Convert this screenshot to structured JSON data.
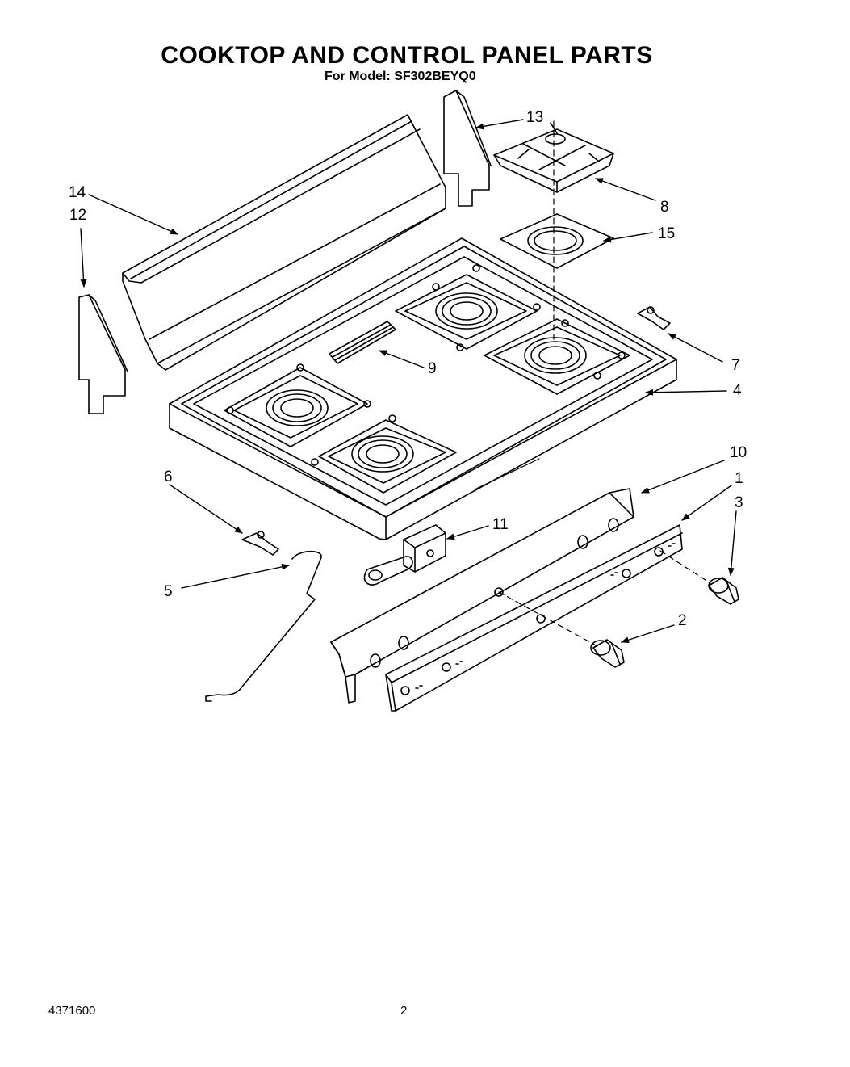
{
  "header": {
    "title": "COOKTOP AND CONTROL PANEL PARTS",
    "model_line": "For Model: SF302BEYQ0"
  },
  "footer": {
    "doc_number": "4371600",
    "page_number": "2"
  },
  "callouts": {
    "c1": "1",
    "c2": "2",
    "c3": "3",
    "c4": "4",
    "c5": "5",
    "c6": "6",
    "c7": "7",
    "c8": "8",
    "c9": "9",
    "c10": "10",
    "c11": "11",
    "c12": "12",
    "c13": "13",
    "c14": "14",
    "c15": "15"
  }
}
